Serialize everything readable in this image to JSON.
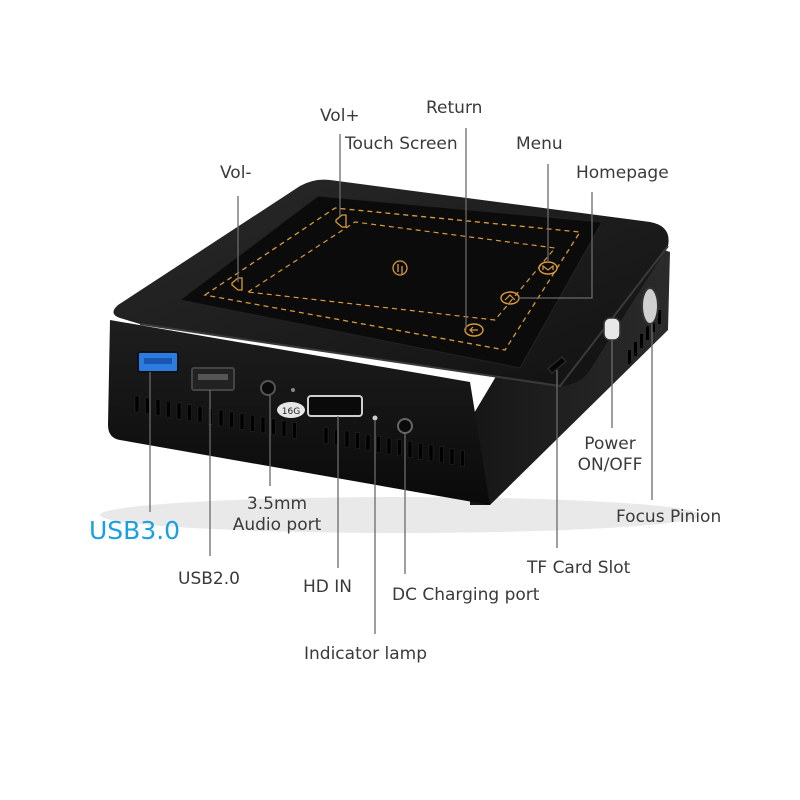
{
  "colors": {
    "label_text": "#3a3a3a",
    "accent_label": "#1aa0e0",
    "leader_line": "#6a6a6a",
    "device_body": "#121212",
    "screen": "#0b0b0b",
    "dashed_outline": "#d89a3c",
    "usb3_port": "#2b7be0",
    "led": "#cccccc"
  },
  "labels": {
    "vol_plus": "Vol+",
    "return": "Return",
    "touch_screen": "Touch Screen",
    "menu": "Menu",
    "vol_minus": "Vol-",
    "homepage": "Homepage",
    "power": [
      "Power",
      "ON/OFF"
    ],
    "focus_pinion": "Focus Pinion",
    "audio_port": [
      "3.5mm",
      "Audio port"
    ],
    "usb3": "USB3.0",
    "usb2": "USB2.0",
    "hd_in": "HD IN",
    "tf_card_slot": "TF Card Slot",
    "dc_charging_port": "DC Charging port",
    "indicator_lamp": "Indicator lamp"
  },
  "device": {
    "storage_badge": "16G",
    "touch_icons": {
      "vol_minus": "vol-minus-icon",
      "vol_plus": "vol-plus-icon",
      "touch": "touch-hand-icon",
      "menu": "menu-m-icon",
      "home": "home-icon",
      "back": "back-icon"
    }
  }
}
